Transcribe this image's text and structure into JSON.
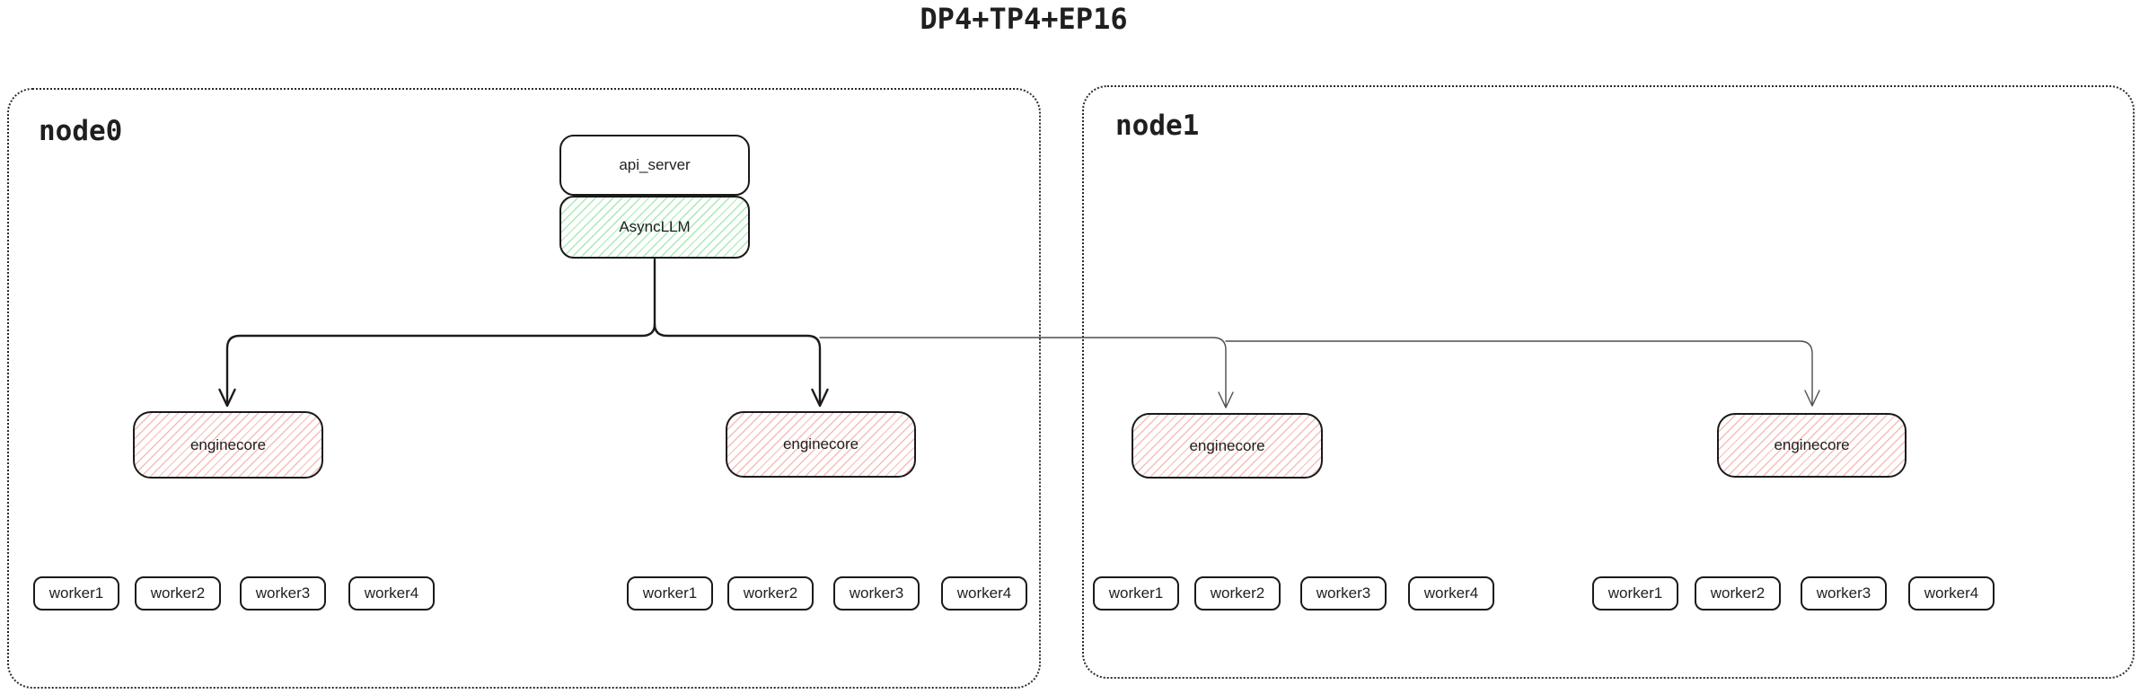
{
  "title": "DP4+TP4+EP16",
  "colors": {
    "green-hatch": "#a9e9b5",
    "red-hatch": "#f5bdb9",
    "line-heavy": "#1c1c1c",
    "line-thin": "#4d4d4d",
    "box-border": "#1a1a1a",
    "node-border": "#2b2b2b",
    "text": "#1f1f1f"
  },
  "stack": {
    "api_server_label": "api_server",
    "async_llm_label": "AsyncLLM"
  },
  "nodes": [
    {
      "label": "node0",
      "engines": [
        {
          "label": "enginecore",
          "workers": [
            "worker1",
            "worker2",
            "worker3",
            "worker4"
          ]
        },
        {
          "label": "enginecore",
          "workers": [
            "worker1",
            "worker2",
            "worker3",
            "worker4"
          ]
        }
      ]
    },
    {
      "label": "node1",
      "engines": [
        {
          "label": "enginecore",
          "workers": [
            "worker1",
            "worker2",
            "worker3",
            "worker4"
          ]
        },
        {
          "label": "enginecore",
          "workers": [
            "worker1",
            "worker2",
            "worker3",
            "worker4"
          ]
        }
      ]
    }
  ]
}
